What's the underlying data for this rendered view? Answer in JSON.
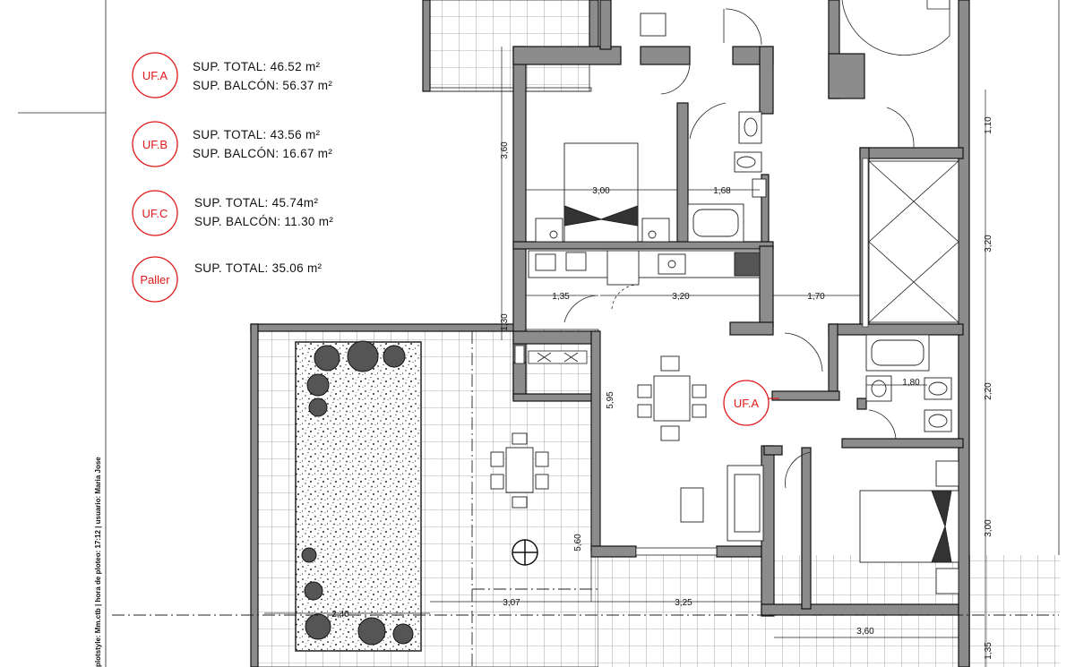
{
  "legend": [
    {
      "badge": "UF.A",
      "lines": [
        "SUP. TOTAL: 46.52 m²",
        "SUP. BALCÓN: 56.37 m²"
      ]
    },
    {
      "badge": "UF.B",
      "lines": [
        "SUP. TOTAL: 43.56 m²",
        "SUP. BALCÓN: 16.67 m²"
      ]
    },
    {
      "badge": "UF.C",
      "lines": [
        "SUP. TOTAL: 45.74m²",
        "SUP. BALCÓN: 11.30 m²"
      ]
    },
    {
      "badge": "Paller",
      "lines": [
        "SUP. TOTAL: 35.06 m²"
      ]
    }
  ],
  "unit_label": "UF.A",
  "side_note": "plotstyle: Mm.ctb | hora de ploteo: 17:12 | usuario: Maria Jose",
  "dimensions": {
    "bedroom_height": "3,60",
    "bedroom_width": "3,00",
    "bath_width": "1,68",
    "hall_width": "1,35",
    "kitchen_width": "3,20",
    "corridor_width": "1,70",
    "kitchen_depth": "1,30",
    "living_depth": "5,95",
    "terrace_depth": "5,60",
    "terrace_width_a": "3,07",
    "terrace_width_b": "3,25",
    "garden_width": "2,40",
    "bedroom2_width": "3,60",
    "bath2_width": "1,80",
    "right_1": "1,10",
    "right_2": "3,20",
    "right_3": "2,20",
    "right_4": "3,00",
    "right_5": "1,35"
  },
  "colors": {
    "badge": "#e01818",
    "wall": "#8c8c8c",
    "line": "#222222"
  }
}
